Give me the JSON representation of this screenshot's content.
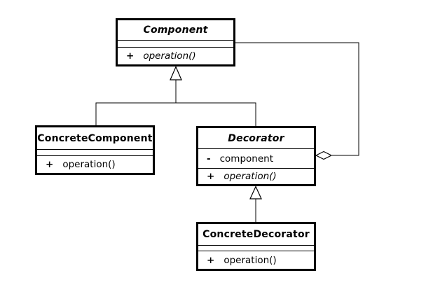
{
  "colors": {
    "line": "#000000",
    "background": "#ffffff",
    "box_fill": "#ffffff",
    "text": "#000000"
  },
  "classes": {
    "component": {
      "name": "Component",
      "abstract": true,
      "attributes": [],
      "methods": [
        {
          "marker": "+",
          "label": "operation()",
          "italic": true
        }
      ]
    },
    "concrete_component": {
      "name": "ConcreteComponent",
      "abstract": false,
      "attributes": [],
      "methods": [
        {
          "marker": "+",
          "label": "operation()",
          "italic": false
        }
      ]
    },
    "decorator": {
      "name": "Decorator",
      "abstract": true,
      "attributes": [
        {
          "marker": "-",
          "label": "component"
        }
      ],
      "methods": [
        {
          "marker": "+",
          "label": "operation()",
          "italic": true
        }
      ]
    },
    "concrete_decorator": {
      "name": "ConcreteDecorator",
      "abstract": false,
      "attributes": [],
      "methods": [
        {
          "marker": "+",
          "label": "operation()",
          "italic": false
        }
      ]
    }
  },
  "relationships": [
    {
      "type": "generalization",
      "from": "ConcreteComponent",
      "to": "Component"
    },
    {
      "type": "generalization",
      "from": "Decorator",
      "to": "Component"
    },
    {
      "type": "generalization",
      "from": "ConcreteDecorator",
      "to": "Decorator"
    },
    {
      "type": "aggregation",
      "owner": "Decorator",
      "part": "Component"
    }
  ]
}
